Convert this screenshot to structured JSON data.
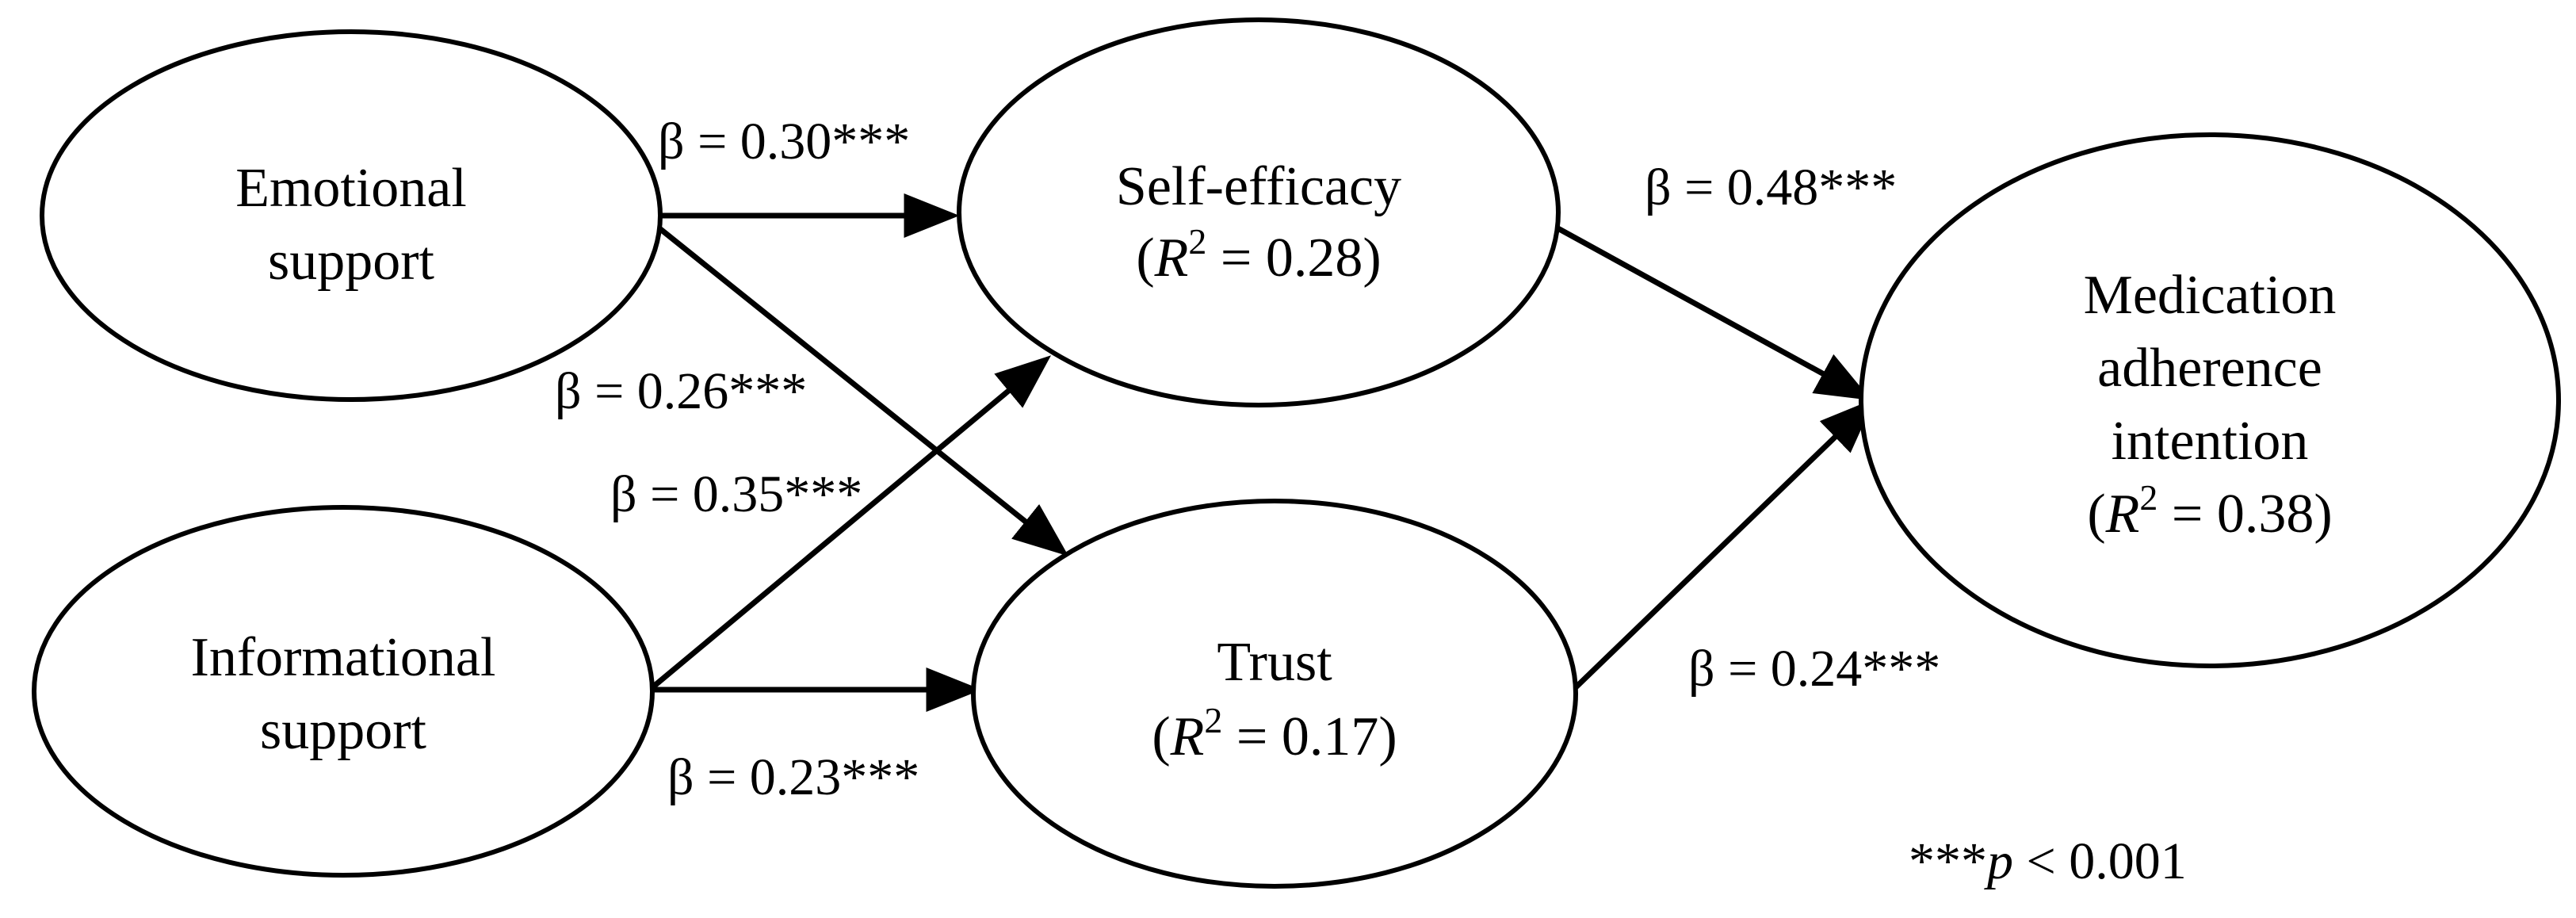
{
  "colors": {
    "stroke": "#000000",
    "background": "#ffffff",
    "text": "#000000"
  },
  "nodes": {
    "emotional": {
      "line1": "Emotional",
      "line2": "support"
    },
    "informational": {
      "line1": "Informational",
      "line2": "support"
    },
    "self_efficacy": {
      "line1": "Self-efficacy",
      "r_open": "(",
      "r_symbol": "R",
      "r_sup": "2",
      "r_value": " = 0.28)"
    },
    "trust": {
      "line1": "Trust",
      "r_open": "(",
      "r_symbol": "R",
      "r_sup": "2",
      "r_value": " = 0.17)"
    },
    "medication": {
      "line1": "Medication",
      "line2": "adherence",
      "line3": "intention",
      "r_open": "(",
      "r_symbol": "R",
      "r_sup": "2",
      "r_value": " = 0.38)"
    }
  },
  "edges": {
    "emotional_to_self_efficacy": "β = 0.30***",
    "emotional_to_trust": "β = 0.26***",
    "informational_to_self_efficacy": "β = 0.35***",
    "informational_to_trust": "β = 0.23***",
    "self_efficacy_to_medication": "β = 0.48***",
    "trust_to_medication": "β = 0.24***"
  },
  "note": {
    "stars": "***",
    "p_symbol": "p",
    "rest": " < 0.001"
  }
}
